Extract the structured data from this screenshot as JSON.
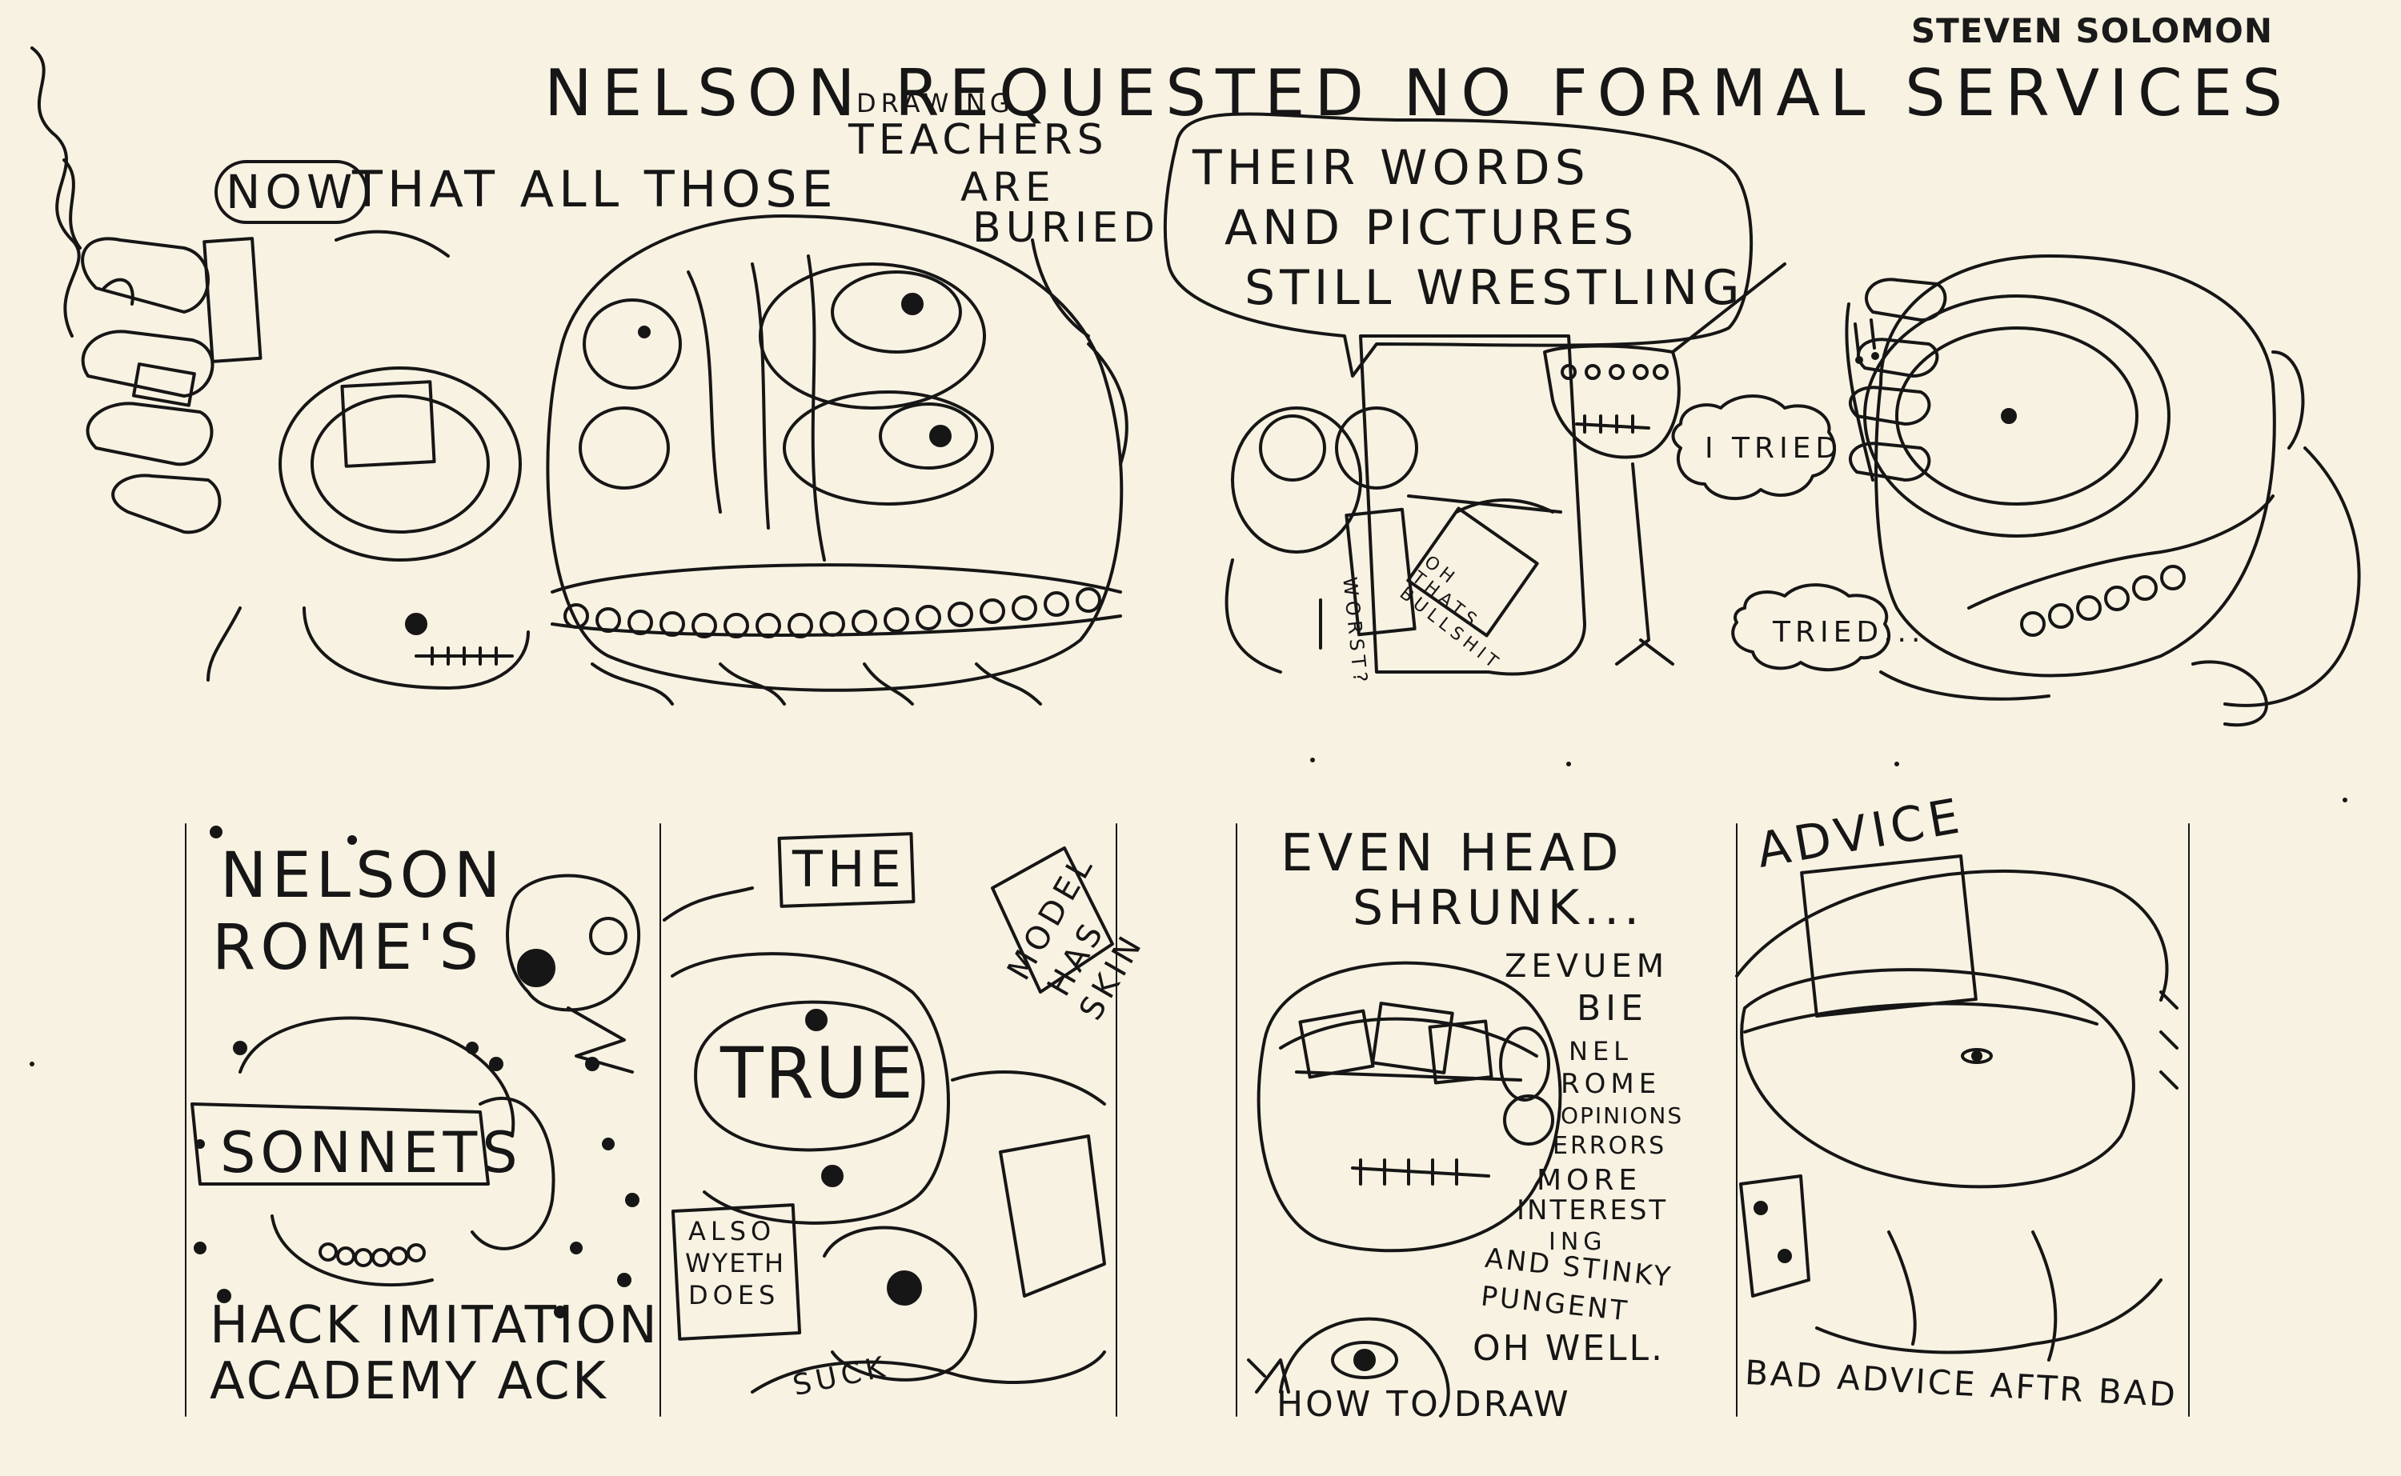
{
  "credit": "STEVEN SOLOMON",
  "strip1": {
    "title": "NELSON REQUESTED NO FORMAL SERVICES",
    "caption_now": "NOW",
    "caption_rest": "THAT ALL THOSE",
    "drawing": "DRAWING",
    "teachers": "TEACHERS",
    "are": "ARE",
    "buried": "BURIED",
    "speech_line1": "THEIR WORDS",
    "speech_line2": "AND PICTURES",
    "speech_line3": "STILL WRESTLING",
    "sign_worst": "WORST?",
    "sign_bs": "OH THATS BULLSHIT",
    "exclaim": "!!",
    "thought1": "I TRIED",
    "thought2": "TRIED..."
  },
  "strip2": {
    "p1_line1": "NELSON",
    "p1_line2": "ROME'S",
    "p1_sonnet": "SONNETS",
    "p1_bottom1": "HACK IMITATION",
    "p1_bottom2": "ACADEMY ACK",
    "p2_the": "THE",
    "p2_model1": "MODEL",
    "p2_model2": "HAS",
    "p2_model3": "SKIN",
    "p2_true": "TRUE",
    "p2_also1": "ALSO",
    "p2_also2": "WYETH",
    "p2_also3": "DOES",
    "p2_suck": "SUCK",
    "p3_line1": "EVEN HEAD",
    "p3_line2": "SHRUNK...",
    "p3_z1": "ZEVUEM",
    "p3_z2": "BIE",
    "p3_z3": "NEL",
    "p3_z4": "ROME",
    "p3_z5": "OPINIONS",
    "p3_z6": "ERRORS",
    "p3_z7": "MORE",
    "p3_z8": "INTEREST",
    "p3_z9": "ING",
    "p3_z10": "AND STINKY",
    "p3_z11": "PUNGENT",
    "p3_z12": "OH WELL.",
    "p3_bottom": "HOW TO DRAW",
    "p4_top": "ADVICE",
    "p4_bottom": "BAD ADVICE AFTR BAD"
  }
}
